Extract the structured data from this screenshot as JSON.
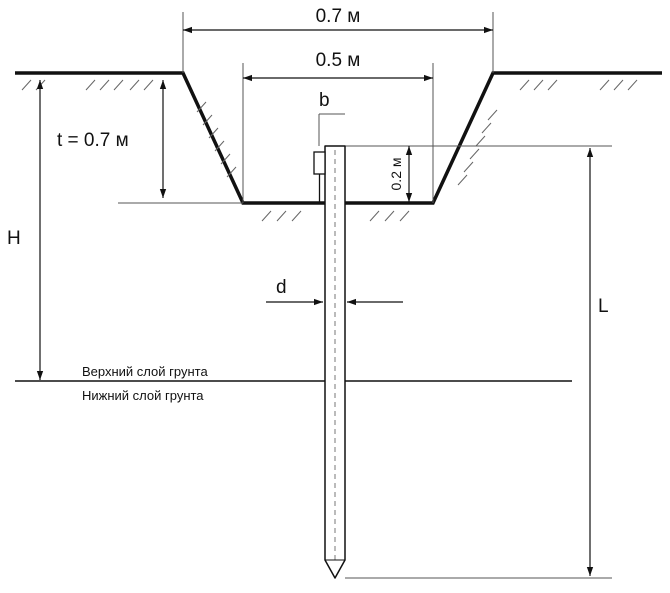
{
  "labels": {
    "top_width": "0.7 м",
    "bottom_width": "0.5 м",
    "trench_depth": "t = 0.7 м",
    "total_depth": "H",
    "electrode_length": "L",
    "strip_width": "b",
    "strip_height": "0.2 м",
    "electrode_diameter": "d",
    "upper_soil": "Верхний слой грунта",
    "lower_soil": "Нижний слой грунта"
  },
  "colors": {
    "ink": "#111111",
    "thin_line": "#555555",
    "hatch": "#666666"
  }
}
